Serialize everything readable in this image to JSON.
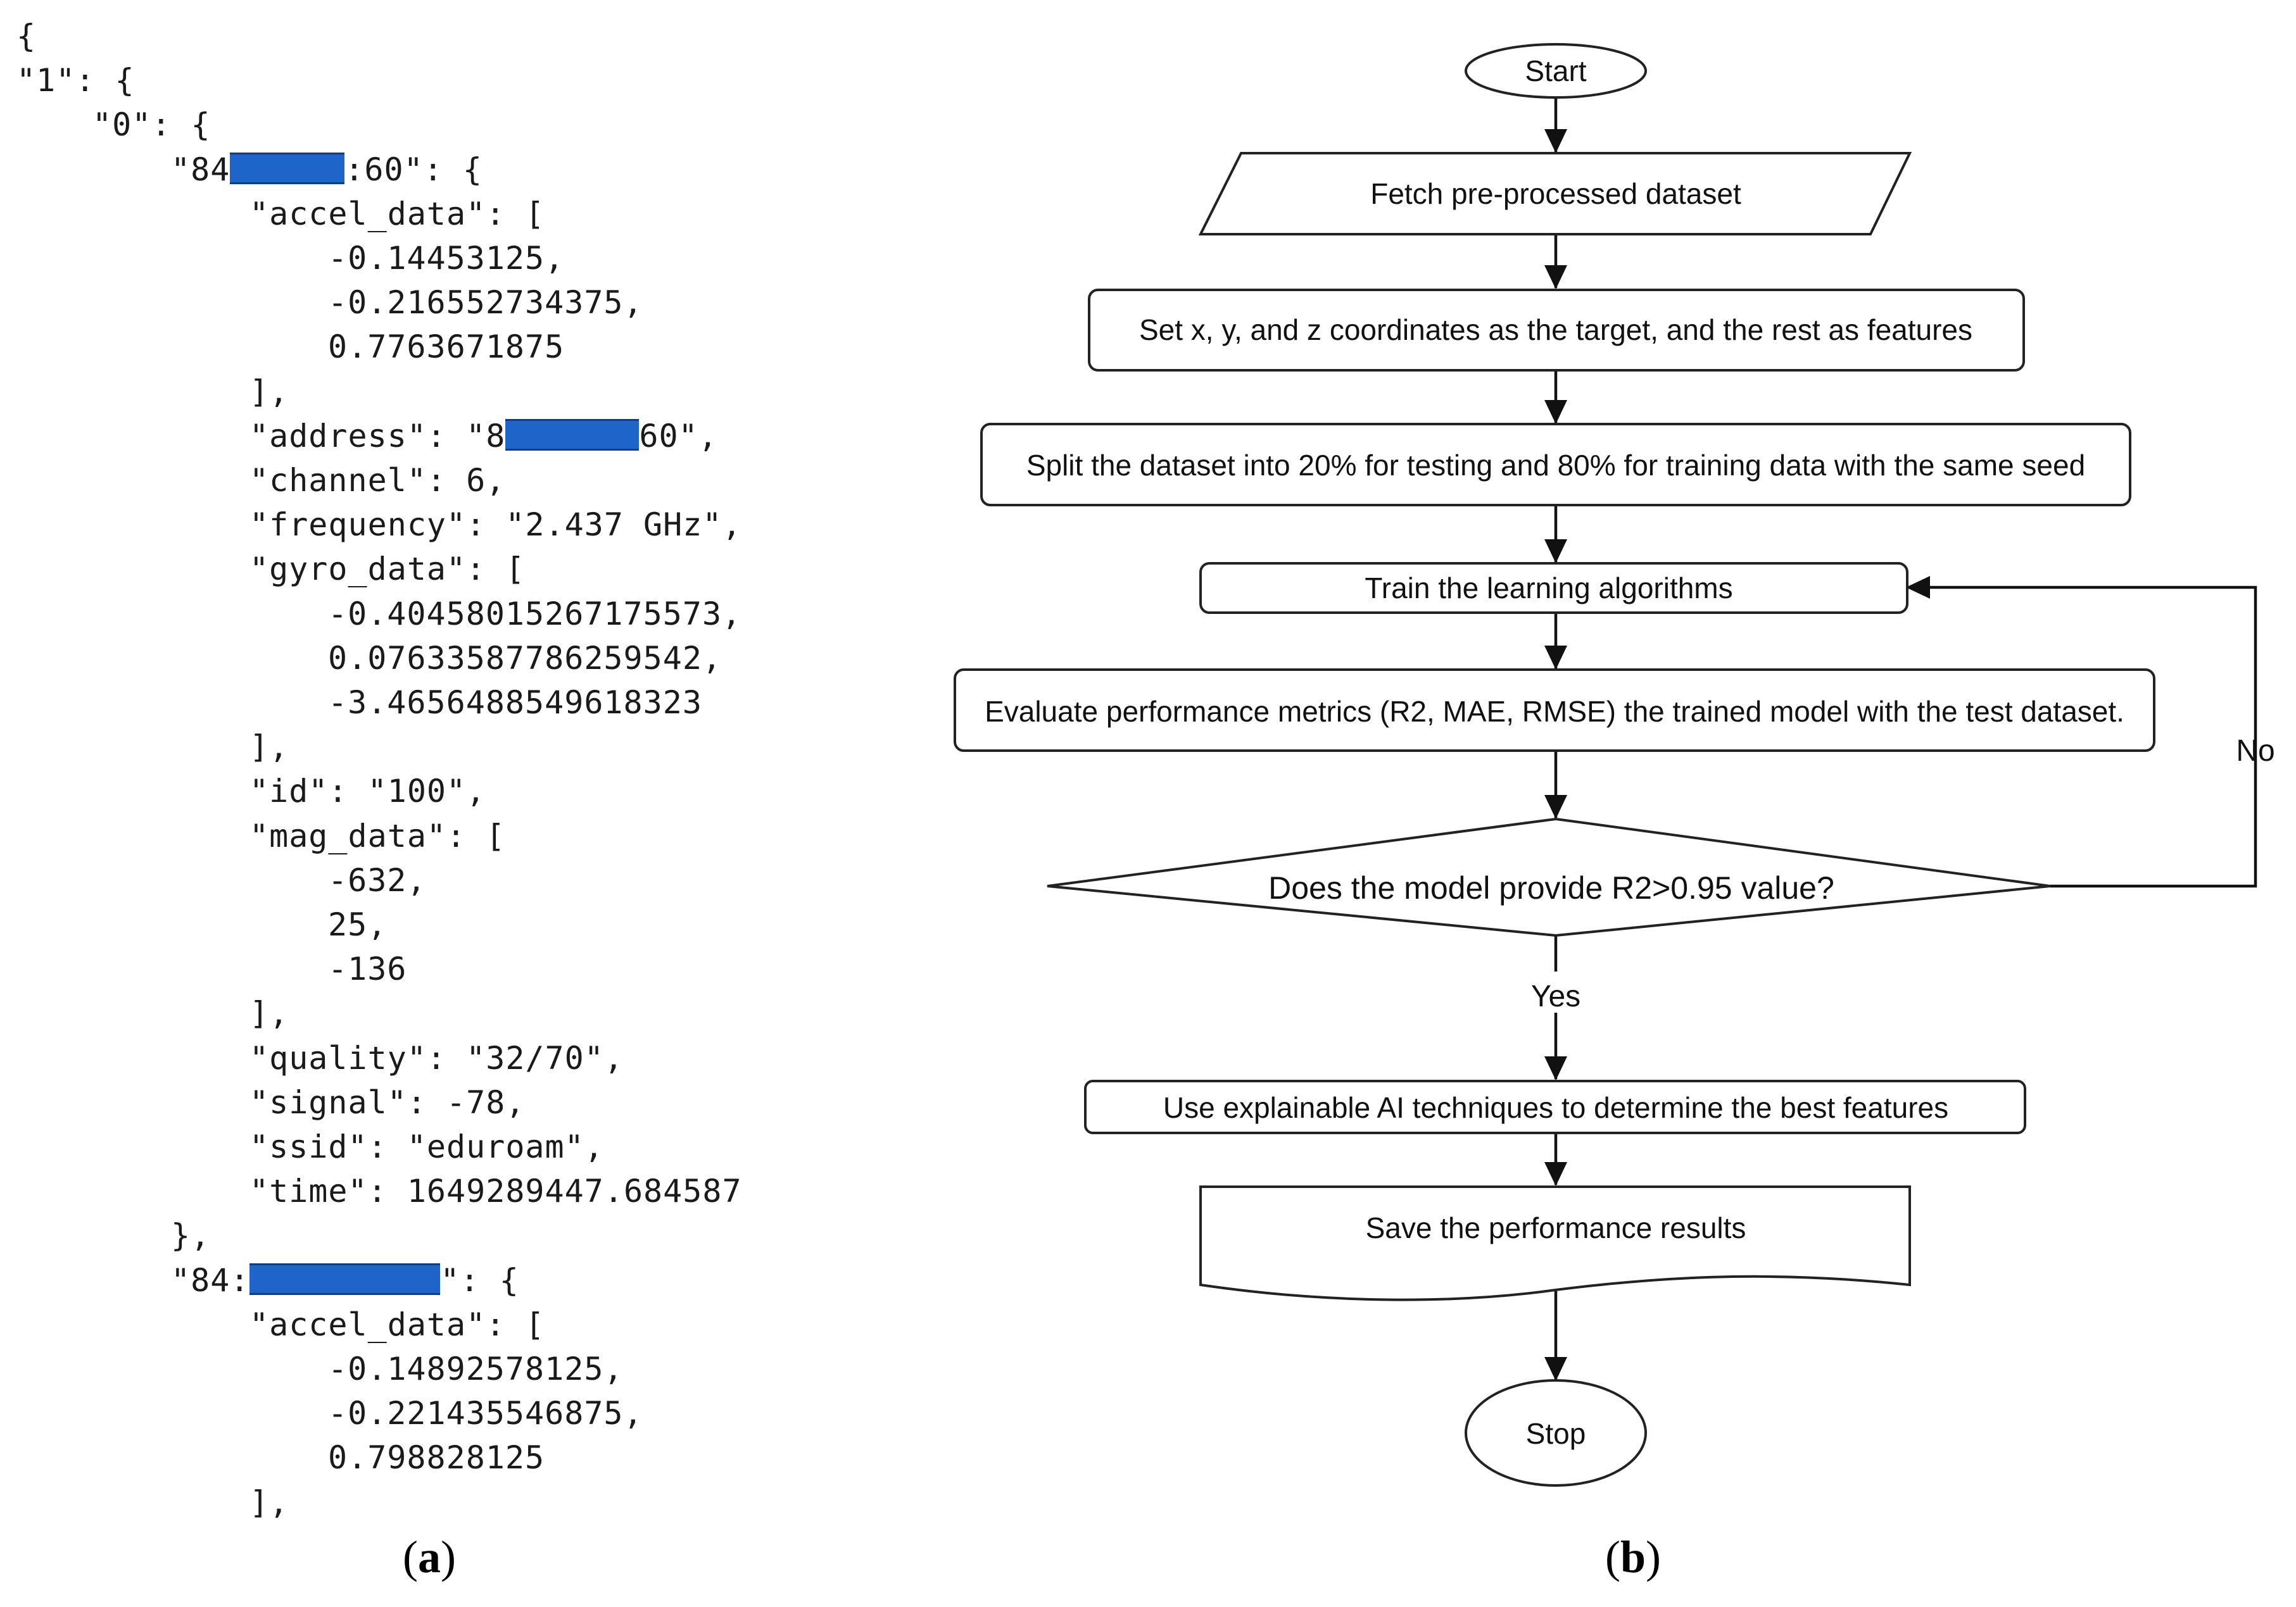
{
  "panel_a": {
    "caption_open": "(",
    "caption_letter": "a",
    "caption_close": ")",
    "lines": [
      {
        "indent": 0,
        "pre": "{",
        "post": ""
      },
      {
        "indent": 0,
        "pre": "\"1\": {",
        "post": ""
      },
      {
        "indent": 1,
        "pre": "\"0\": {",
        "post": ""
      },
      {
        "indent": 2,
        "pre": "\"84",
        "redact_chars": 6,
        "post": ":60\": {"
      },
      {
        "indent": 3,
        "pre": "\"accel_data\": [",
        "post": ""
      },
      {
        "indent": 4,
        "pre": "-0.14453125,",
        "post": ""
      },
      {
        "indent": 4,
        "pre": "-0.216552734375,",
        "post": ""
      },
      {
        "indent": 4,
        "pre": "0.7763671875",
        "post": ""
      },
      {
        "indent": 3,
        "pre": "],",
        "post": ""
      },
      {
        "indent": 3,
        "pre": "\"address\": \"8",
        "redact_chars": 7,
        "post": "60\","
      },
      {
        "indent": 3,
        "pre": "\"channel\": 6,",
        "post": ""
      },
      {
        "indent": 3,
        "pre": "\"frequency\": \"2.437 GHz\",",
        "post": ""
      },
      {
        "indent": 3,
        "pre": "\"gyro_data\": [",
        "post": ""
      },
      {
        "indent": 4,
        "pre": "-0.40458015267175573,",
        "post": ""
      },
      {
        "indent": 4,
        "pre": "0.07633587786259542,",
        "post": ""
      },
      {
        "indent": 4,
        "pre": "-3.4656488549618323",
        "post": ""
      },
      {
        "indent": 3,
        "pre": "],",
        "post": ""
      },
      {
        "indent": 3,
        "pre": "\"id\": \"100\",",
        "post": ""
      },
      {
        "indent": 3,
        "pre": "\"mag_data\": [",
        "post": ""
      },
      {
        "indent": 4,
        "pre": "-632,",
        "post": ""
      },
      {
        "indent": 4,
        "pre": "25,",
        "post": ""
      },
      {
        "indent": 4,
        "pre": "-136",
        "post": ""
      },
      {
        "indent": 3,
        "pre": "],",
        "post": ""
      },
      {
        "indent": 3,
        "pre": "\"quality\": \"32/70\",",
        "post": ""
      },
      {
        "indent": 3,
        "pre": "\"signal\": -78,",
        "post": ""
      },
      {
        "indent": 3,
        "pre": "\"ssid\": \"eduroam\",",
        "post": ""
      },
      {
        "indent": 3,
        "pre": "\"time\": 1649289447.684587",
        "post": ""
      },
      {
        "indent": 2,
        "pre": "},",
        "post": ""
      },
      {
        "indent": 2,
        "pre": "\"84:",
        "redact_chars": 10,
        "post": "\": {"
      },
      {
        "indent": 3,
        "pre": "\"accel_data\": [",
        "post": ""
      },
      {
        "indent": 4,
        "pre": "-0.14892578125,",
        "post": ""
      },
      {
        "indent": 4,
        "pre": "-0.221435546875,",
        "post": ""
      },
      {
        "indent": 4,
        "pre": "0.798828125",
        "post": ""
      },
      {
        "indent": 3,
        "pre": "],",
        "post": ""
      }
    ],
    "redaction_color": "#1f64c8"
  },
  "panel_b": {
    "caption_open": "(",
    "caption_letter": "b",
    "caption_close": ")",
    "nodes": {
      "start": "Start",
      "fetch": "Fetch pre-processed dataset",
      "set_target": "Set x, y, and z coordinates as the target, and the rest as features",
      "split": "Split the dataset into 20% for testing and 80% for training data with the same seed",
      "train": "Train the learning algorithms",
      "evaluate": "Evaluate performance metrics (R2, MAE, RMSE) the trained model with the test dataset.",
      "decision": "Does the model provide R2>0.95 value?",
      "explain": "Use explainable AI techniques to determine the best features",
      "save": "Save the performance results",
      "stop": "Stop"
    },
    "edges": {
      "yes": "Yes",
      "no": "No"
    }
  }
}
